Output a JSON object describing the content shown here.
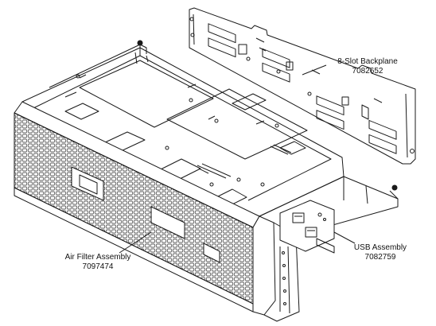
{
  "callouts": {
    "backplane": {
      "name": "8-Slot  Backplane",
      "part_number": "7082652"
    },
    "usb": {
      "name": "USB  Assembly",
      "part_number": "7082759"
    },
    "air_filter": {
      "name": "Air Filter Assembly",
      "part_number": "7097474"
    }
  },
  "colors": {
    "line": "#1a1a1a",
    "paper": "#ffffff"
  }
}
